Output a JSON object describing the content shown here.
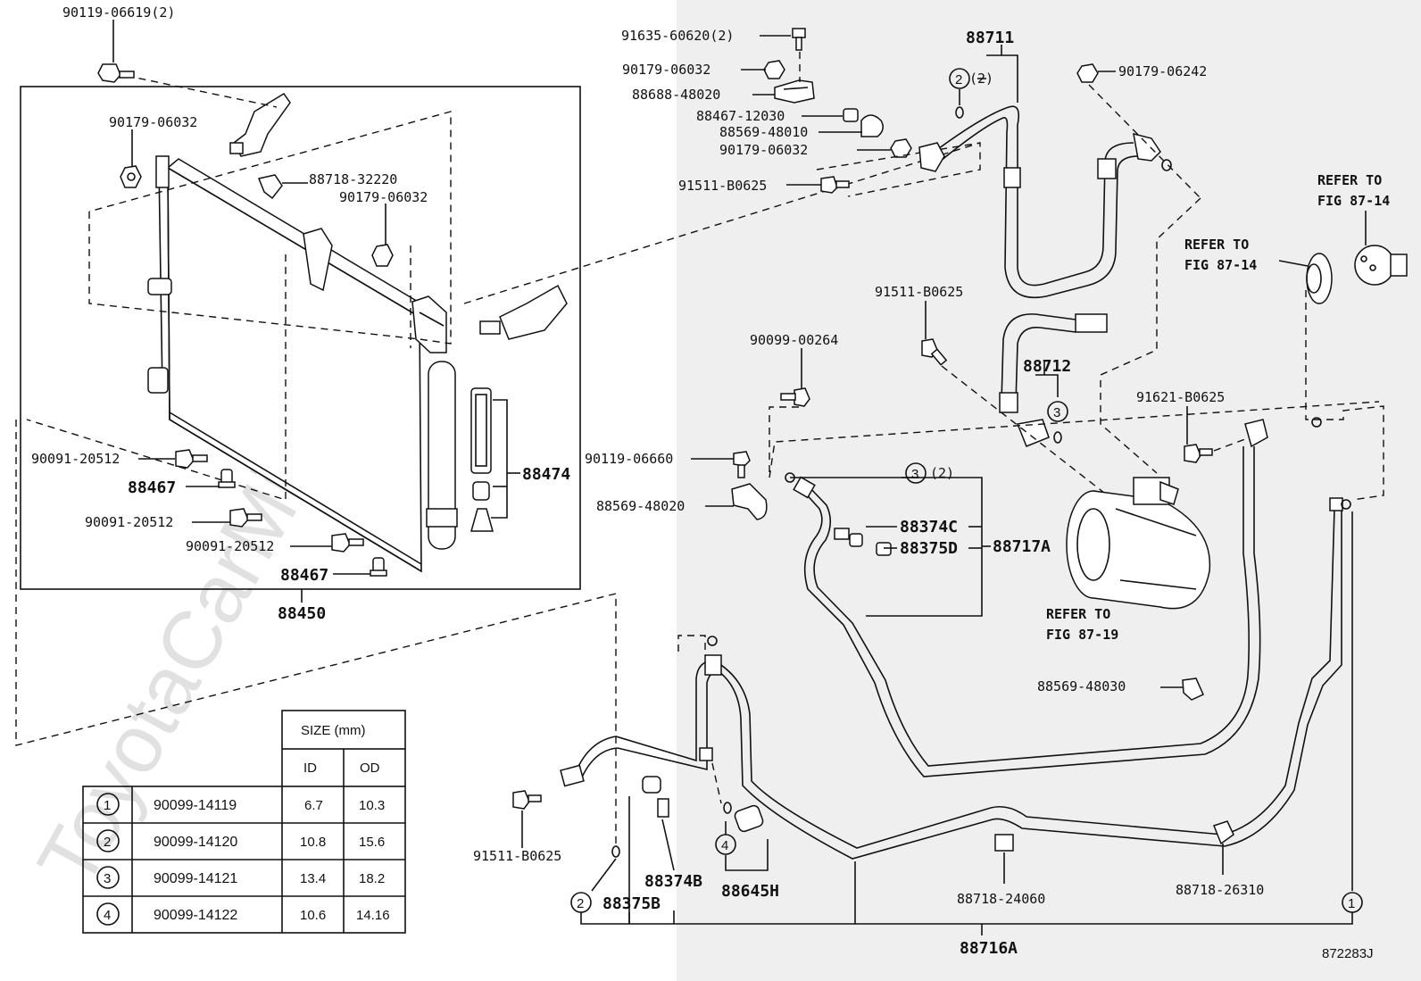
{
  "watermark": "ToyotaCarMine.ru",
  "figure_id": "872283J",
  "labels": {
    "p90119_06619": "90119-06619(2)",
    "p90179_06032_a": "90179-06032",
    "p88718_32220": "88718-32220",
    "p90179_06032_b": "90179-06032",
    "p90091_20512_a": "90091-20512",
    "p88467_a": "88467",
    "p90091_20512_b": "90091-20512",
    "p90091_20512_c": "90091-20512",
    "p88467_b": "88467",
    "p88474": "88474",
    "p88450": "88450",
    "p91635_60620": "91635-60620(2)",
    "p90179_06032_c": "90179-06032",
    "p88688_48020": "88688-48020",
    "p88467_12030": "88467-12030",
    "p88569_48010": "88569-48010",
    "p90179_06032_d": "90179-06032",
    "p91511_b0625_a": "91511-B0625",
    "p88711": "88711",
    "p88711_qty": "(2)",
    "p90179_06242": "90179-06242",
    "refer_87_14_a_1": "REFER TO",
    "refer_87_14_a_2": "FIG 87-14",
    "refer_87_14_b_1": "REFER TO",
    "refer_87_14_b_2": "FIG 87-14",
    "p91511_b0625_b": "91511-B0625",
    "p88712": "88712",
    "p90099_00264": "90099-00264",
    "p91621_b0625": "91621-B0625",
    "p90119_06660": "90119-06660",
    "p88569_48020": "88569-48020",
    "p88717_qty": "(2)",
    "p88374c": "88374C",
    "p88375d": "88375D",
    "p88717a": "88717A",
    "refer_87_19_1": "REFER TO",
    "refer_87_19_2": "FIG 87-19",
    "p88569_48030": "88569-48030",
    "p91511_b0625_c": "91511-B0625",
    "p88374b": "88374B",
    "p88375b": "88375B",
    "p88645h": "88645H",
    "p88718_24060": "88718-24060",
    "p88718_26310": "88718-26310",
    "p88716a": "88716A"
  },
  "circle_refs": {
    "c2_top": "2",
    "c3_mid": "3",
    "c3_88717": "3",
    "c4_bottom": "4",
    "c2_bottom": "2",
    "c1_bottom": "1"
  },
  "size_table": {
    "header": "SIZE (mm)",
    "col_id": "ID",
    "col_od": "OD",
    "rows": [
      {
        "ref": "1",
        "part": "90099-14119",
        "id": "6.7",
        "od": "10.3"
      },
      {
        "ref": "2",
        "part": "90099-14120",
        "id": "10.8",
        "od": "15.6"
      },
      {
        "ref": "3",
        "part": "90099-14121",
        "id": "13.4",
        "od": "18.2"
      },
      {
        "ref": "4",
        "part": "90099-14122",
        "id": "10.6",
        "od": "14.16"
      }
    ]
  }
}
